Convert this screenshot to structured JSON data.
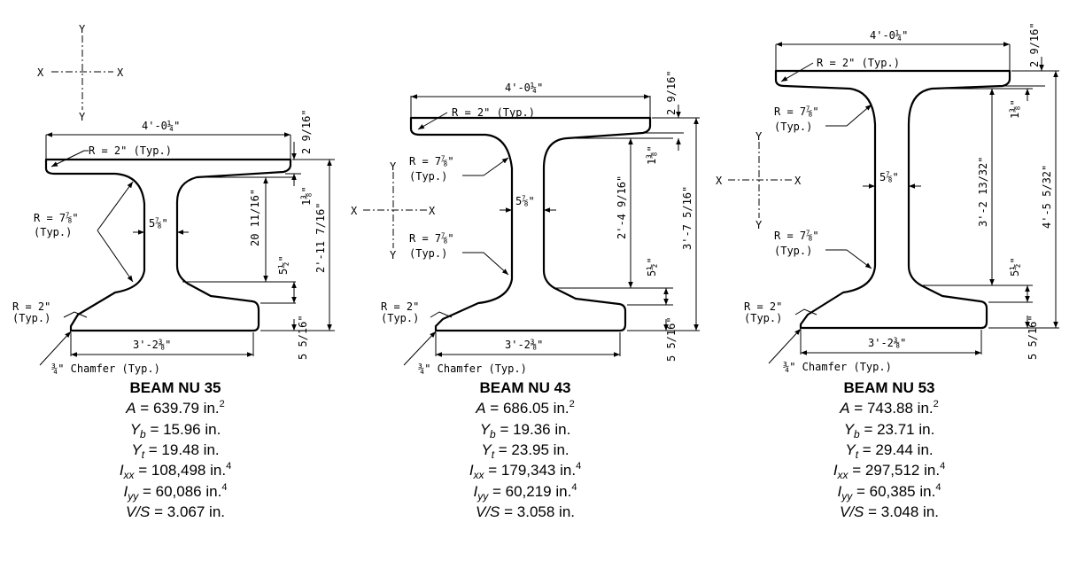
{
  "beams": [
    {
      "title": "BEAM NU 35",
      "props": [
        {
          "sym": "A",
          "sub": "",
          "val": " = 639.79 in.",
          "sup": "2"
        },
        {
          "sym": "Y",
          "sub": "b",
          "val": " = 15.96 in.",
          "sup": ""
        },
        {
          "sym": "Y",
          "sub": "t",
          "val": " = 19.48 in.",
          "sup": ""
        },
        {
          "sym": "I",
          "sub": "xx",
          "val": " = 108,498 in.",
          "sup": "4"
        },
        {
          "sym": "I",
          "sub": "yy",
          "val": " = 60,086 in.",
          "sup": "4"
        },
        {
          "sym": "V/S",
          "sub": "",
          "val": " = 3.067 in.",
          "sup": ""
        }
      ],
      "dims": {
        "top_width": "4'-0¼\"",
        "bottom_width": "3'-2⅜\"",
        "web": "5⅞\"",
        "top_flange_thk": "2 9/16\"",
        "top_taper": "1⅜\"",
        "web_height": "20 11/16\"",
        "bottom_taper": "5½\"",
        "bottom_flange_thk": "5 5/16\"",
        "total_height": "2'-11 7/16\""
      },
      "notes": {
        "r2_top": "R = 2\" (Typ.)",
        "r_fillet_1": "R = 7⅞\"",
        "r_fillet_2": "(Typ.)",
        "r2_bot_1": "R = 2\"",
        "r2_bot_2": "(Typ.)",
        "chamfer": "¾\" Chamfer (Typ.)"
      }
    },
    {
      "title": "BEAM NU 43",
      "props": [
        {
          "sym": "A",
          "sub": "",
          "val": " = 686.05 in.",
          "sup": "2"
        },
        {
          "sym": "Y",
          "sub": "b",
          "val": " = 19.36 in.",
          "sup": ""
        },
        {
          "sym": "Y",
          "sub": "t",
          "val": " = 23.95 in.",
          "sup": ""
        },
        {
          "sym": "I",
          "sub": "xx",
          "val": " = 179,343 in.",
          "sup": "4"
        },
        {
          "sym": "I",
          "sub": "yy",
          "val": " = 60,219 in.",
          "sup": "4"
        },
        {
          "sym": "V/S",
          "sub": "",
          "val": " = 3.058 in.",
          "sup": ""
        }
      ],
      "dims": {
        "top_width": "4'-0¼\"",
        "bottom_width": "3'-2⅜\"",
        "web": "5⅞\"",
        "top_flange_thk": "2 9/16\"",
        "top_taper": "1⅜\"",
        "web_height": "2'-4 9/16\"",
        "bottom_taper": "5½\"",
        "bottom_flange_thk": "5 5/16\"",
        "total_height": "3'-7 5/16\""
      },
      "notes": {
        "r2_top": "R = 2\" (Typ.)",
        "r_fillet_1": "R = 7⅞\"",
        "r_fillet_2": "(Typ.)",
        "r2_bot_1": "R = 2\"",
        "r2_bot_2": "(Typ.)",
        "chamfer": "¾\" Chamfer (Typ.)"
      }
    },
    {
      "title": "BEAM NU 53",
      "props": [
        {
          "sym": "A",
          "sub": "",
          "val": " = 743.88 in.",
          "sup": "2"
        },
        {
          "sym": "Y",
          "sub": "b",
          "val": " = 23.71 in.",
          "sup": ""
        },
        {
          "sym": "Y",
          "sub": "t",
          "val": " = 29.44 in.",
          "sup": ""
        },
        {
          "sym": "I",
          "sub": "xx",
          "val": " = 297,512 in.",
          "sup": "4"
        },
        {
          "sym": "I",
          "sub": "yy",
          "val": " = 60,385 in.",
          "sup": "4"
        },
        {
          "sym": "V/S",
          "sub": "",
          "val": " = 3.048 in.",
          "sup": ""
        }
      ],
      "dims": {
        "top_width": "4'-0¼\"",
        "bottom_width": "3'-2⅜\"",
        "web": "5⅞\"",
        "top_flange_thk": "2 9/16\"",
        "top_taper": "1⅜\"",
        "web_height": "3'-2 13/32\"",
        "bottom_taper": "5½\"",
        "bottom_flange_thk": "5 5/16\"",
        "total_height": "4'-5 5/32\""
      },
      "notes": {
        "r2_top": "R = 2\" (Typ.)",
        "r_fillet_1": "R = 7⅞\"",
        "r_fillet_2": "(Typ.)",
        "r2_bot_1": "R = 2\"",
        "r2_bot_2": "(Typ.)",
        "chamfer": "¾\" Chamfer (Typ.)"
      }
    }
  ],
  "axis_labels": {
    "x": "X",
    "y": "Y"
  }
}
